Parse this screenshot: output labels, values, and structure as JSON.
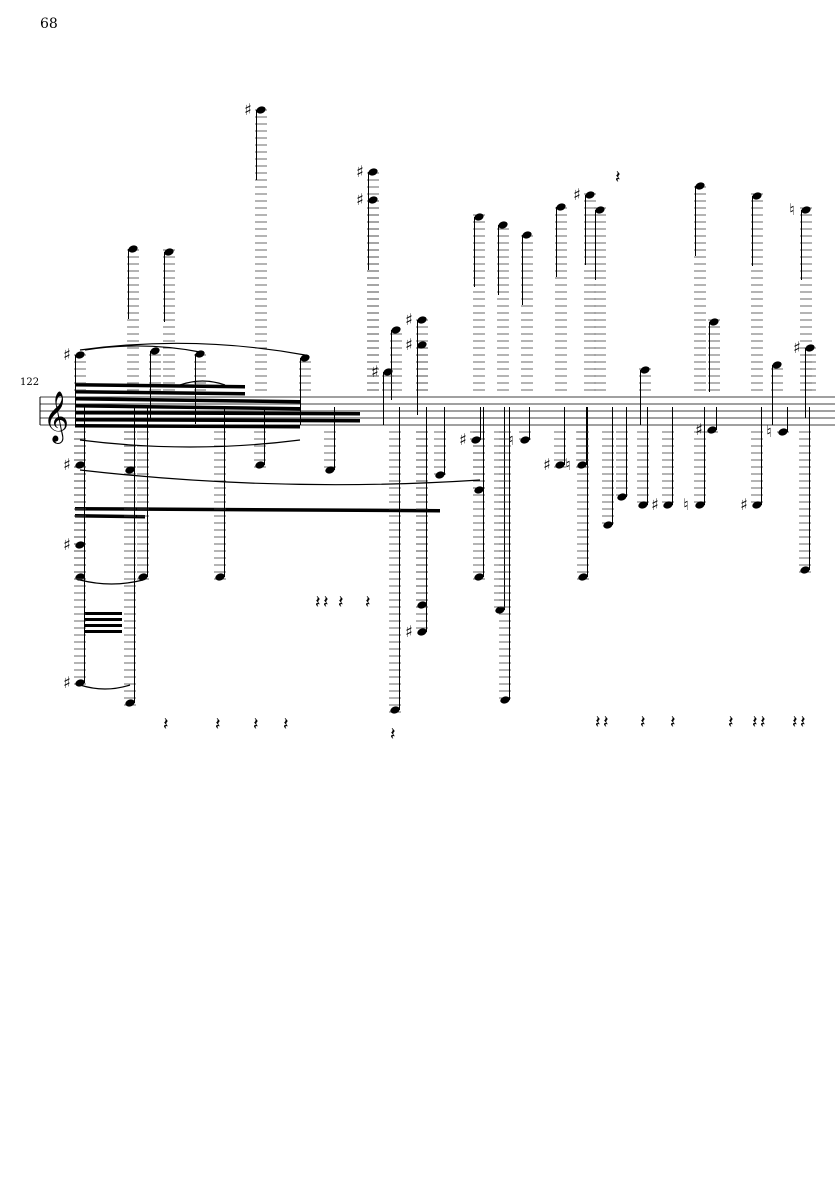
{
  "page": {
    "number": "68"
  },
  "system": {
    "measure_number": "122",
    "clef": "treble"
  },
  "colors": {
    "ink": "#000000",
    "ledger": "#555555",
    "paper": "#ffffff"
  }
}
